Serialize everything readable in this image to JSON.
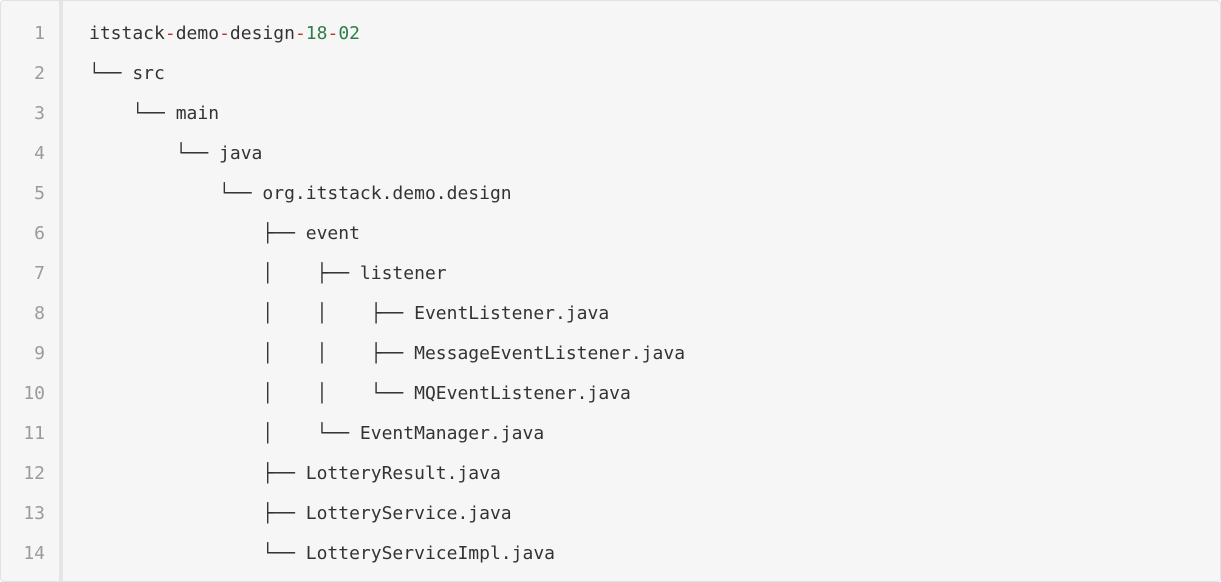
{
  "code_block": {
    "lines": [
      {
        "n": "1",
        "text": "itstack-demo-design-18-02"
      },
      {
        "n": "2",
        "text": "└── src"
      },
      {
        "n": "3",
        "text": "    └── main"
      },
      {
        "n": "4",
        "text": "        └── java"
      },
      {
        "n": "5",
        "text": "            └── org.itstack.demo.design"
      },
      {
        "n": "6",
        "text": "                ├── event"
      },
      {
        "n": "7",
        "text": "                │    ├── listener"
      },
      {
        "n": "8",
        "text": "                │    │    ├── EventListener.java"
      },
      {
        "n": "9",
        "text": "                │    │    ├── MessageEventListener.java"
      },
      {
        "n": "10",
        "text": "                │    │    └── MQEventListener.java"
      },
      {
        "n": "11",
        "text": "                │    └── EventManager.java"
      },
      {
        "n": "12",
        "text": "                ├── LotteryResult.java"
      },
      {
        "n": "13",
        "text": "                ├── LotteryService.java"
      },
      {
        "n": "14",
        "text": "                └── LotteryServiceImpl.java"
      }
    ],
    "first_line_tokens": [
      {
        "text": "itstack",
        "color": "#333333"
      },
      {
        "text": "-",
        "color": "#b03a2e"
      },
      {
        "text": "demo",
        "color": "#333333"
      },
      {
        "text": "-",
        "color": "#b03a2e"
      },
      {
        "text": "design",
        "color": "#333333"
      },
      {
        "text": "-",
        "color": "#b03a2e"
      },
      {
        "text": "18",
        "color": "#2f7d49"
      },
      {
        "text": "-",
        "color": "#b03a2e"
      },
      {
        "text": "02",
        "color": "#2f7d49"
      }
    ]
  },
  "colors": {
    "background": "#f6f6f6",
    "gutter_border": "#e5e5e5",
    "line_number": "#9b9b9b",
    "text": "#333333",
    "operator": "#b03a2e",
    "number": "#2f7d49"
  }
}
